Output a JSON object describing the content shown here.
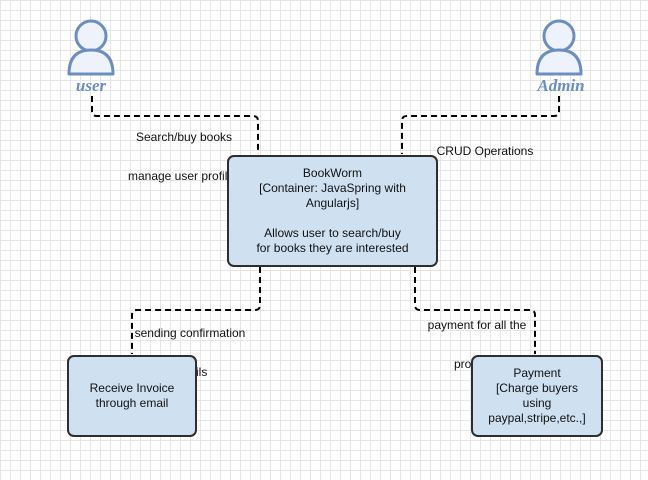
{
  "actors": {
    "user": {
      "label": "user"
    },
    "admin": {
      "label": "Admin"
    }
  },
  "containers": {
    "bookworm": {
      "lines": [
        "BookWorm",
        "[Container: JavaSpring with",
        "Angularjs]",
        "",
        "Allows user to search/buy",
        "for books they are interested"
      ]
    },
    "invoice": {
      "lines": [
        "Receive Invoice",
        "through email"
      ]
    },
    "payment": {
      "lines": [
        "Payment",
        "[Charge buyers",
        "using",
        "paypal,stripe,etc.,]"
      ]
    }
  },
  "edges": {
    "user_bookworm": {
      "line1": "Search/buy books",
      "line2": "manage user profiles"
    },
    "admin_bookworm": {
      "line1": "CRUD Operations"
    },
    "bookworm_invoice": {
      "line1": "sending confirmation",
      "line2": "emails"
    },
    "bookworm_payment": {
      "line1": "payment for all the",
      "line2": "products"
    }
  },
  "colors": {
    "actor_fill": "#dae8fc",
    "actor_stroke": "#6c8ebf",
    "box_fill": "#cfe0f1",
    "box_stroke": "#2e2e2e",
    "edge": "#000000"
  }
}
